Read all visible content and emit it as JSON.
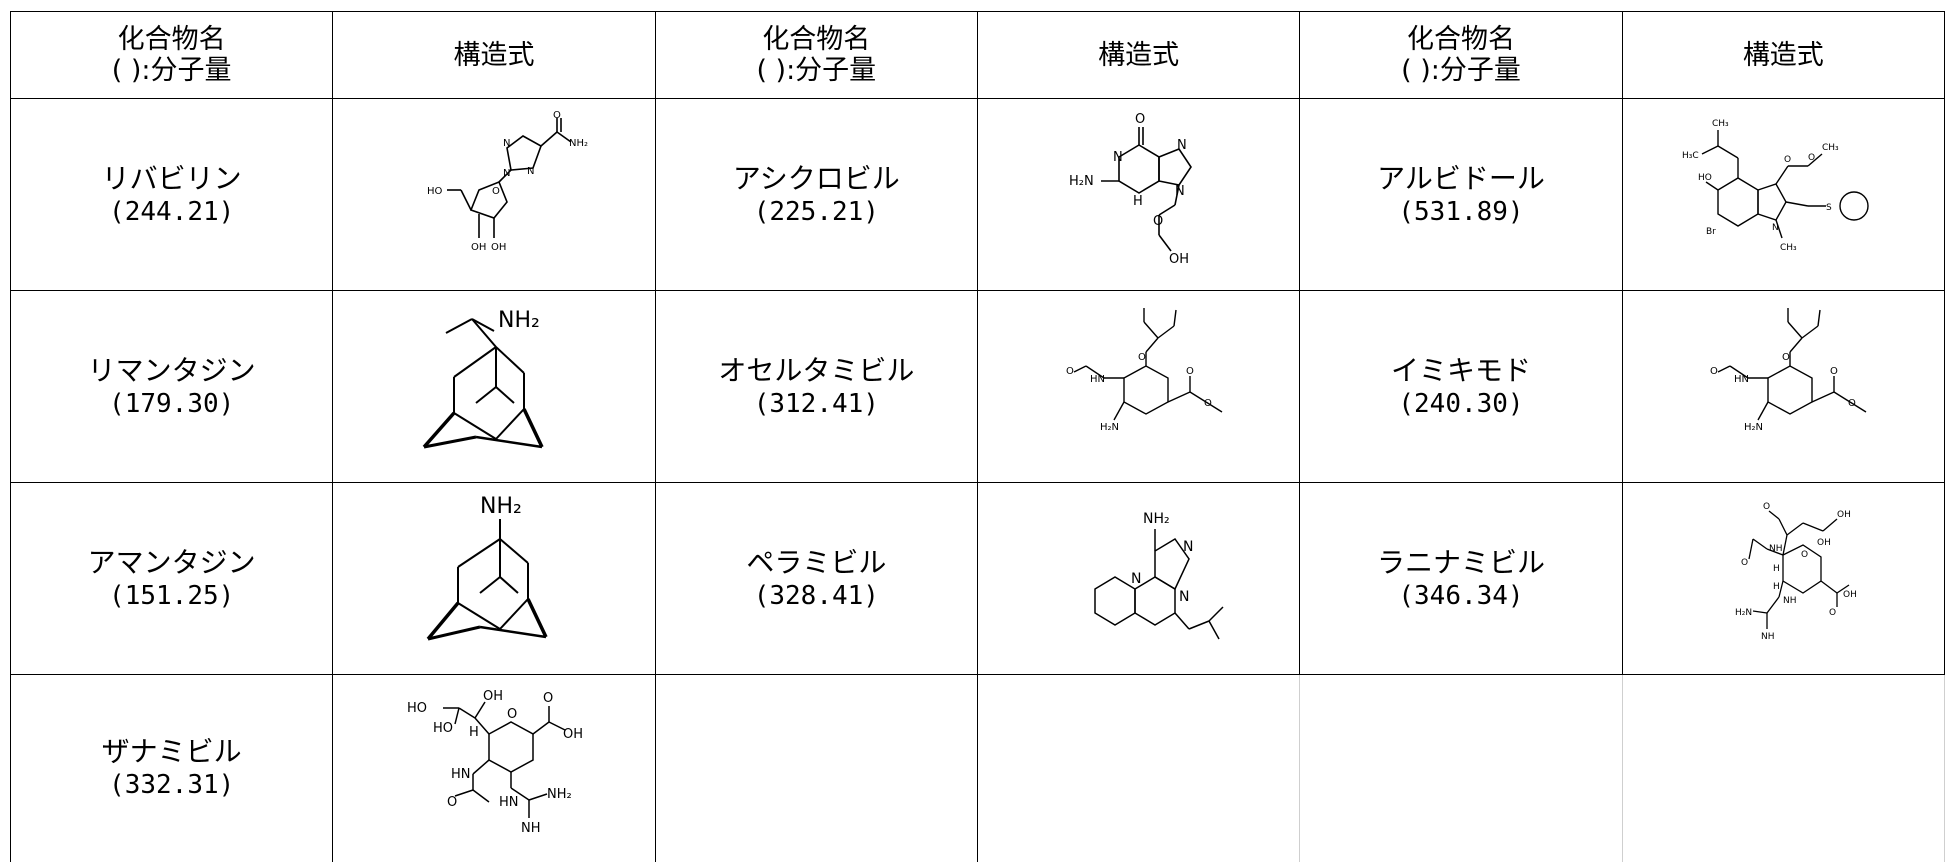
{
  "header": {
    "name_col_line1": "化合物名",
    "name_col_line2": "( ):分子量",
    "structure_col": "構造式"
  },
  "compounds": [
    {
      "name": "リバビリン",
      "mw": "(244.21)",
      "structure_icon": "ribavirin-structure-icon"
    },
    {
      "name": "アシクロビル",
      "mw": "(225.21)",
      "structure_icon": "acyclovir-structure-icon"
    },
    {
      "name": "アルビドール",
      "mw": "(531.89)",
      "structure_icon": "arbidol-structure-icon"
    },
    {
      "name": "リマンタジン",
      "mw": "(179.30)",
      "structure_icon": "rimantadine-structure-icon"
    },
    {
      "name": "オセルタミビル",
      "mw": "(312.41)",
      "structure_icon": "oseltamivir-structure-icon"
    },
    {
      "name": "イミキモド",
      "mw": "(240.30)",
      "structure_icon": "imiquimod-structure-icon"
    },
    {
      "name": "アマンタジン",
      "mw": "(151.25)",
      "structure_icon": "amantadine-structure-icon"
    },
    {
      "name": "ペラミビル",
      "mw": "(328.41)",
      "structure_icon": "peramivir-structure-icon"
    },
    {
      "name": "ラニナミビル",
      "mw": "(346.34)",
      "structure_icon": "laninamivir-structure-icon"
    },
    {
      "name": "ザナミビル",
      "mw": "(332.31)",
      "structure_icon": "zanamivir-structure-icon"
    }
  ],
  "atom_labels": {
    "O": "O",
    "OH": "OH",
    "HO": "HO",
    "NH2": "NH₂",
    "H2N": "H₂N",
    "N": "N",
    "NH": "NH",
    "H": "H",
    "HN": "HN",
    "Br": "Br",
    "S": "S",
    "CH3": "CH₃",
    "H3C": "H₃C"
  }
}
